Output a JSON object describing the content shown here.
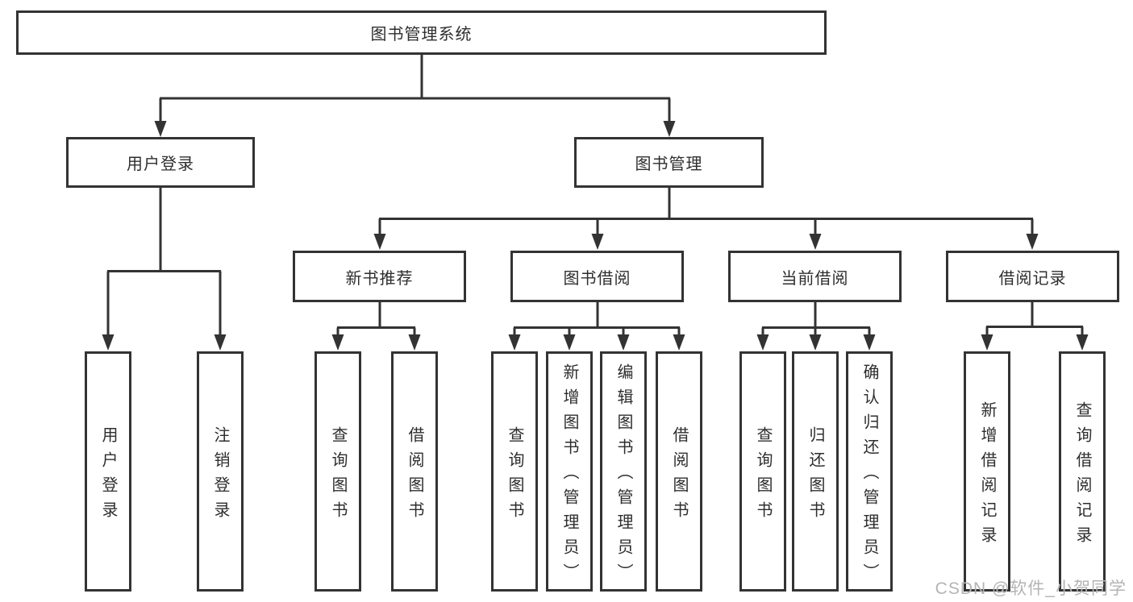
{
  "tree": {
    "root_label": "图书管理系统",
    "user_login": {
      "label": "用户登录",
      "children": [
        "用户登录",
        "注销登录"
      ]
    },
    "book_management": {
      "label": "图书管理",
      "new_book_recommend": {
        "label": "新书推荐",
        "children": [
          "查询图书",
          "借阅图书"
        ]
      },
      "book_borrowing": {
        "label": "图书借阅",
        "children": [
          "查询图书",
          "新增图书（管理员）",
          "编辑图书（管理员）",
          "借阅图书"
        ]
      },
      "current_borrowing": {
        "label": "当前借阅",
        "children": [
          "查询图书",
          "归还图书",
          "确认归还（管理员）"
        ]
      },
      "borrow_records": {
        "label": "借阅记录",
        "children": [
          "新增借阅记录",
          "查询借阅记录"
        ]
      }
    },
    "watermark": "CSDN @软件_小贺同学",
    "colors": {
      "line": "#333333",
      "box_border": "#333333",
      "text": "#2e2e2e",
      "watermark": "#b4b4b4",
      "background": "#ffffff"
    }
  }
}
